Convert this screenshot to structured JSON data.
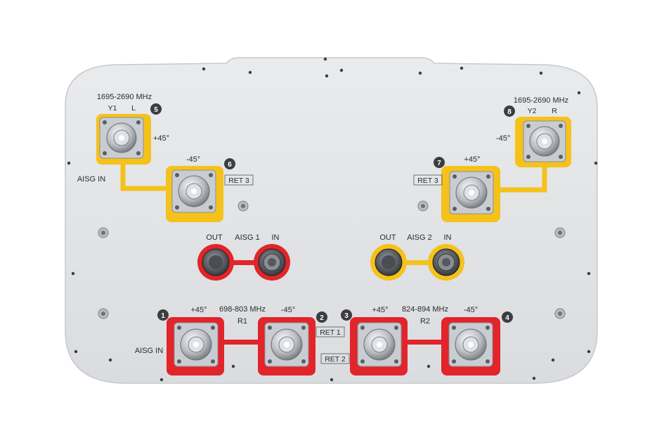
{
  "colors": {
    "panel": "#e3e5e7",
    "panel_edge": "#c9ccd0",
    "yellow": "#f5c21b",
    "red": "#e2242b",
    "screw": "#3a3c40",
    "badge": "#3b3d41",
    "text": "#2a2b2e"
  },
  "upper": {
    "left": {
      "band": "1695-2690 MHz",
      "col1": "Y1",
      "col2": "L",
      "badge_top": "5",
      "plus": "+45°",
      "minus": "-45°",
      "badge_mid": "6",
      "ret": "RET 3",
      "aisg_in": "AISG IN"
    },
    "right": {
      "band": "1695-2690 MHz",
      "col1": "Y2",
      "col2": "R",
      "badge_top": "8",
      "minus": "-45°",
      "plus": "+45°",
      "badge_mid": "7",
      "ret": "RET 3"
    }
  },
  "aisg": {
    "left": {
      "out": "OUT",
      "title": "AISG 1",
      "in": "IN"
    },
    "right": {
      "out": "OUT",
      "title": "AISG 2",
      "in": "IN"
    }
  },
  "lower": {
    "left": {
      "badge_a": "1",
      "plus": "+45°",
      "band": "698-803 MHz",
      "group": "R1",
      "minus": "-45°",
      "badge_b": "2",
      "ret": "RET 1",
      "aisg_in": "AISG IN"
    },
    "right": {
      "badge_a": "3",
      "plus": "+45°",
      "band": "824-894 MHz",
      "group": "R2",
      "minus": "-45°",
      "badge_b": "4",
      "ret": "RET 2"
    }
  }
}
